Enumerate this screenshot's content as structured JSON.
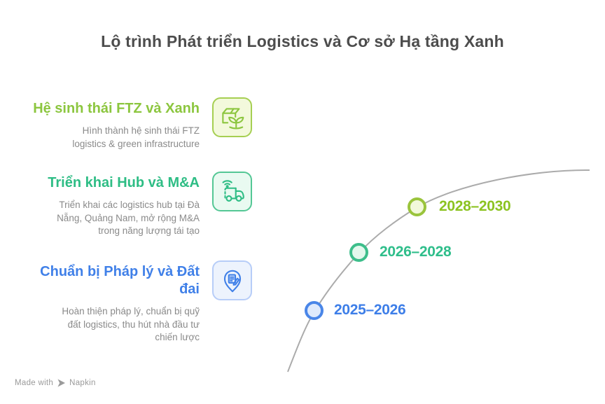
{
  "title": "Lộ trình Phát triển Logistics và Cơ sở Hạ tầng Xanh",
  "title_color": "#4d4d4d",
  "milestones": [
    {
      "title": "Hệ sinh thái FTZ và Xanh",
      "description": "Hình thành hệ sinh thái FTZ logistics & green infrastructure",
      "icon": "package-sprout-icon",
      "accent": "#8cc63f",
      "icon_bg": "#f3f9dc",
      "icon_border": "#a6cf52"
    },
    {
      "title": "Triển khai Hub và M&A",
      "description": "Triển khai các logistics hub tại Đà Nẵng, Quảng Nam, mở rộng M&A trong năng lượng tái tạo",
      "icon": "truck-wifi-icon",
      "accent": "#2ebd85",
      "icon_bg": "#e9faf1",
      "icon_border": "#54c795"
    },
    {
      "title": "Chuẩn bị Pháp lý và Đất đai",
      "description": "Hoàn thiện pháp lý, chuẩn bị quỹ đất logistics, thu hút nhà đầu tư chiến lược",
      "icon": "pin-document-icon",
      "accent": "#4080e8",
      "icon_bg": "#edf3fd",
      "icon_border": "#b7cdf8"
    }
  ],
  "timeline": {
    "curve_color": "#ababab",
    "periods": [
      {
        "label": "2025–2026",
        "color": "#3d7ee8",
        "dot_fill": "#dfeafc",
        "dot_border": "#4a86e8"
      },
      {
        "label": "2026–2028",
        "color": "#2fbe8b",
        "dot_fill": "#e3f8ed",
        "dot_border": "#3dbe8b"
      },
      {
        "label": "2028–2030",
        "color": "#8cc321",
        "dot_fill": "#f2f9da",
        "dot_border": "#9ac43c"
      }
    ]
  },
  "watermark": {
    "prefix": "Made with",
    "brand": "Napkin",
    "logo": "napkin-play-icon",
    "color": "#9a9a9a"
  }
}
